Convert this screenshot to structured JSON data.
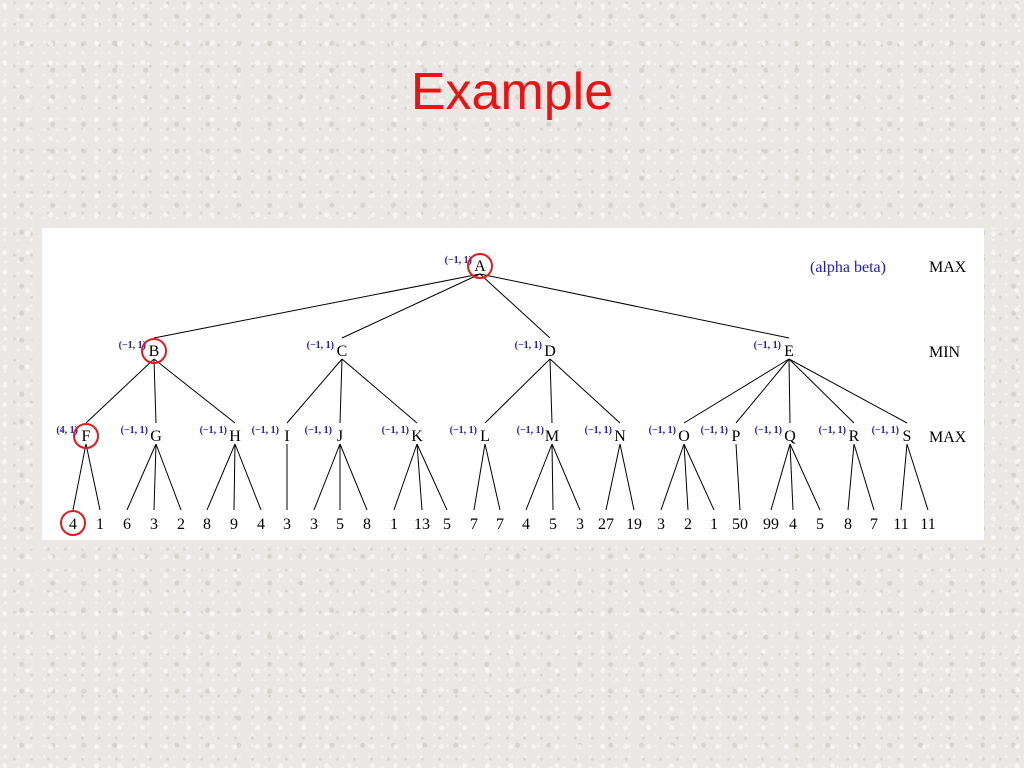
{
  "title": "Example",
  "legend": "(alpha beta)",
  "levels": [
    "MAX",
    "MIN",
    "MAX"
  ],
  "colors": {
    "title": "#ee1111",
    "bounds": "#1a1acc",
    "highlight": "#e31b1b"
  },
  "nodes": [
    {
      "id": "A",
      "ab": "(−1, 1)",
      "parent": null,
      "highlight": true
    },
    {
      "id": "B",
      "ab": "(−1, 1)",
      "parent": "A",
      "highlight": true
    },
    {
      "id": "C",
      "ab": "(−1, 1)",
      "parent": "A"
    },
    {
      "id": "D",
      "ab": "(−1, 1)",
      "parent": "A"
    },
    {
      "id": "E",
      "ab": "(−1, 1)",
      "parent": "A"
    },
    {
      "id": "F",
      "ab": "(4, 1)",
      "parent": "B",
      "highlight": true
    },
    {
      "id": "G",
      "ab": "(−1, 1)",
      "parent": "B"
    },
    {
      "id": "H",
      "ab": "(−1, 1)",
      "parent": "B"
    },
    {
      "id": "I",
      "ab": "(−1, 1)",
      "parent": "C"
    },
    {
      "id": "J",
      "ab": "(−1, 1)",
      "parent": "C"
    },
    {
      "id": "K",
      "ab": "(−1, 1)",
      "parent": "C"
    },
    {
      "id": "L",
      "ab": "(−1, 1)",
      "parent": "D"
    },
    {
      "id": "M",
      "ab": "(−1, 1)",
      "parent": "D"
    },
    {
      "id": "N",
      "ab": "(−1, 1)",
      "parent": "D"
    },
    {
      "id": "O",
      "ab": "(−1, 1)",
      "parent": "E"
    },
    {
      "id": "P",
      "ab": "(−1, 1)",
      "parent": "E"
    },
    {
      "id": "Q",
      "ab": "(−1, 1)",
      "parent": "E"
    },
    {
      "id": "R",
      "ab": "(−1, 1)",
      "parent": "E"
    },
    {
      "id": "S",
      "ab": "(−1, 1)",
      "parent": "E"
    }
  ],
  "leaves": [
    {
      "value": "4",
      "parent": "F",
      "highlight": true
    },
    {
      "value": "1",
      "parent": "F"
    },
    {
      "value": "6",
      "parent": "G"
    },
    {
      "value": "3",
      "parent": "G"
    },
    {
      "value": "2",
      "parent": "G"
    },
    {
      "value": "8",
      "parent": "H"
    },
    {
      "value": "9",
      "parent": "H"
    },
    {
      "value": "4",
      "parent": "H"
    },
    {
      "value": "3",
      "parent": "I"
    },
    {
      "value": "3",
      "parent": "J"
    },
    {
      "value": "5",
      "parent": "J"
    },
    {
      "value": "8",
      "parent": "J"
    },
    {
      "value": "1",
      "parent": "K"
    },
    {
      "value": "13",
      "parent": "K"
    },
    {
      "value": "5",
      "parent": "K"
    },
    {
      "value": "7",
      "parent": "L"
    },
    {
      "value": "7",
      "parent": "L"
    },
    {
      "value": "4",
      "parent": "M"
    },
    {
      "value": "5",
      "parent": "M"
    },
    {
      "value": "3",
      "parent": "M"
    },
    {
      "value": "27",
      "parent": "N"
    },
    {
      "value": "19",
      "parent": "N"
    },
    {
      "value": "3",
      "parent": "O"
    },
    {
      "value": "2",
      "parent": "O"
    },
    {
      "value": "1",
      "parent": "O"
    },
    {
      "value": "50",
      "parent": "P"
    },
    {
      "value": "99",
      "parent": "Q"
    },
    {
      "value": "4",
      "parent": "Q"
    },
    {
      "value": "5",
      "parent": "Q"
    },
    {
      "value": "8",
      "parent": "R"
    },
    {
      "value": "7",
      "parent": "R"
    },
    {
      "value": "11",
      "parent": "S"
    },
    {
      "value": "11",
      "parent": "S"
    }
  ]
}
